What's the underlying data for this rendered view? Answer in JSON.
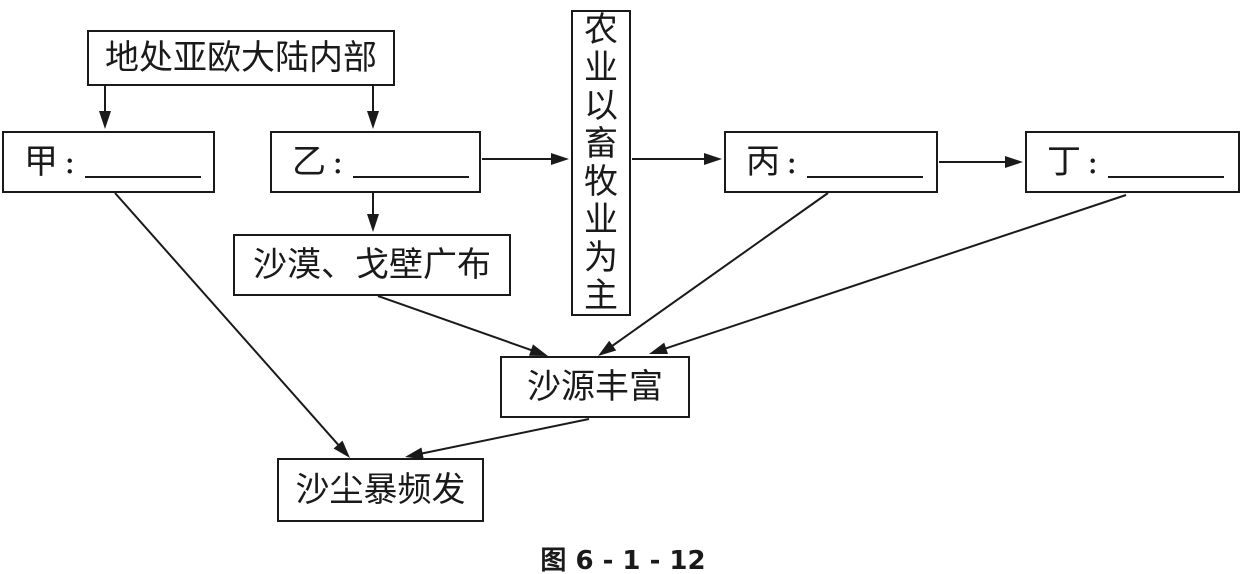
{
  "nodes": {
    "top": "地处亚欧大陆内部",
    "jia": {
      "label": "甲",
      "sep": ":"
    },
    "yi": {
      "label": "乙",
      "sep": ":"
    },
    "bing": {
      "label": "丙",
      "sep": ":"
    },
    "ding": {
      "label": "丁",
      "sep": ":"
    },
    "desert": "沙漠、戈壁广布",
    "vertical": [
      "农",
      "业",
      "以",
      "畜",
      "牧",
      "业",
      "为",
      "主"
    ],
    "sand_source": "沙源丰富",
    "result": "沙尘暴频发"
  },
  "caption": "图 6 - 1 - 12",
  "style": {
    "ink": "#1a1a1a",
    "background": "#ffffff"
  }
}
